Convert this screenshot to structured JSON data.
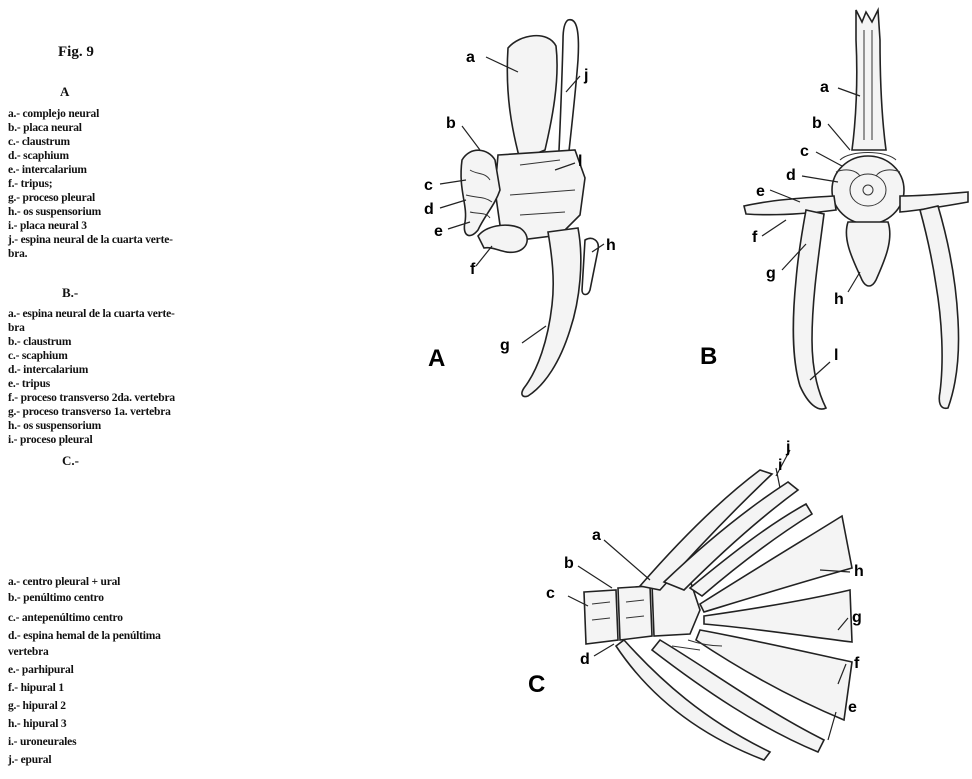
{
  "legend": {
    "title": "Fig. 9",
    "A": {
      "heading": "A",
      "items": [
        "a.- complejo neural",
        "b.- placa neural",
        "c.- claustrum",
        "d.- scaphium",
        "e.- intercalarium",
        "f.- tripus;",
        "g.- proceso pleural",
        "h.- os suspensorium",
        "i.- placa neural 3",
        "j.- espina neural de la cuarta verte-",
        "bra."
      ]
    },
    "B": {
      "heading": "B.-",
      "items": [
        "a.- espina neural de la cuarta verte-",
        "bra",
        "b.- claustrum",
        "c.- scaphium",
        "d.- intercalarium",
        "e.- tripus",
        "f.- proceso transverso 2da. vertebra",
        "g.- proceso transverso 1a. vertebra",
        "h.- os suspensorium",
        "i.- proceso pleural"
      ]
    },
    "C": {
      "heading": "C.-",
      "items": [
        "a.- centro pleural + ural",
        "b.- penúltimo centro",
        "c.- antepenúltimo centro",
        "d.- espina hemal de la penúltima",
        "vertebra",
        "e.- parhipural",
        "f.- hipural 1",
        "g.- hipural 2",
        "h.- hipural 3",
        "i.- uroneurales",
        "j.- epural"
      ]
    }
  },
  "figures": {
    "A": {
      "letter": "A",
      "labels": [
        "a",
        "b",
        "c",
        "d",
        "e",
        "f",
        "g",
        "h",
        "j",
        "l"
      ]
    },
    "B": {
      "letter": "B",
      "labels": [
        "a",
        "b",
        "c",
        "d",
        "e",
        "f",
        "g",
        "h",
        "l"
      ]
    },
    "C": {
      "letter": "C",
      "labels": [
        "a",
        "b",
        "c",
        "d",
        "e",
        "f",
        "g",
        "h",
        "i",
        "j"
      ]
    }
  }
}
